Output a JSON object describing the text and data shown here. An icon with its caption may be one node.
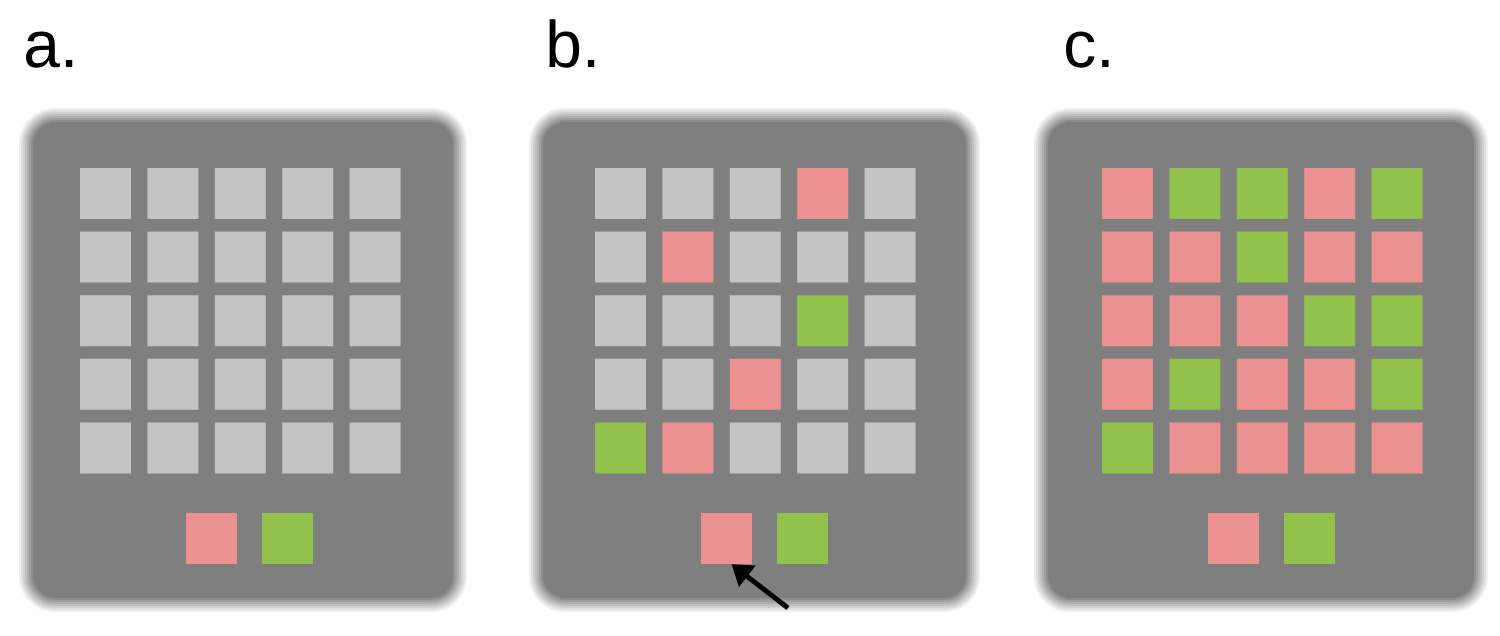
{
  "diagram": {
    "nodes": [
      {
        "text": [],
        "shape": "box"
      },
      {
        "text": [],
        "shape": "box",
        "in": 0
      },
      {
        "text": [],
        "shape": "box",
        "in": 0
      },
      {
        "text": [],
        "shape": "box",
        "in": 0
      },
      {
        "text": [],
        "shape": "box",
        "in": 0
      },
      {
        "text": [],
        "shape": "box",
        "in": 0
      },
      {
        "text": [],
        "shape": "box",
        "in": 0
      },
      {
        "text": [],
        "shape": "box",
        "in": 0
      },
      {
        "text": [],
        "shape": "box",
        "in": 0
      },
      {
        "text": [],
        "shape": "box",
        "in": 0
      },
      {
        "text": [],
        "shape": "box",
        "in": 0
      },
      {
        "text": [],
        "shape": "box",
        "in": 0
      },
      {
        "text": [],
        "shape": "box",
        "in": 0
      },
      {
        "text": [],
        "shape": "box",
        "in": 0
      },
      {
        "text": [],
        "shape": "box",
        "in": 0
      },
      {
        "text": [],
        "shape": "box",
        "in": 0
      },
      {
        "text": [],
        "shape": "box",
        "in": 0
      },
      {
        "text": [],
        "shape": "box",
        "in": 0
      },
      {
        "text": [],
        "shape": "box",
        "in": 0
      },
      {
        "text": [],
        "shape": "box",
        "in": 0
      },
      {
        "text": [],
        "shape": "box",
        "in": 0
      },
      {
        "text": [],
        "shape": "box",
        "in": 0
      },
      {
        "text": [],
        "shape": "box",
        "in": 0
      },
      {
        "text": [],
        "shape": "box",
        "in": 0
      },
      {
        "text": [],
        "shape": "box",
        "in": 0
      },
      {
        "text": [],
        "shape": "box",
        "in": 0
      },
      {
        "text": [],
        "shape": "box",
        "in": 0
      },
      {
        "text": [],
        "shape": "box",
        "in": 0
      },
      {
        "text": [],
        "shape": "box"
      },
      {
        "text": [],
        "shape": "box",
        "in": 28
      },
      {
        "text": [],
        "shape": "box",
        "in": 28
      },
      {
        "text": [],
        "shape": "box",
        "in": 28
      },
      {
        "text": [],
        "shape": "box",
        "in": 28
      },
      {
        "text": [],
        "shape": "box",
        "in": 28
      },
      {
        "text": [],
        "shape": "box",
        "in": 28
      },
      {
        "text": [],
        "shape": "box",
        "in": 28
      },
      {
        "text": [],
        "shape": "box",
        "in": 28
      },
      {
        "text": [],
        "shape": "box",
        "in": 28
      },
      {
        "text": [],
        "shape": "box",
        "in": 28
      },
      {
        "text": [],
        "shape": "box",
        "in": 28
      },
      {
        "text": [],
        "shape": "box",
        "in": 28
      },
      {
        "text": [],
        "shape": "box",
        "in": 28
      },
      {
        "text": [],
        "shape": "box",
        "in": 28
      },
      {
        "text": [],
        "shape": "box",
        "in": 28
      },
      {
        "text": [],
        "shape": "box",
        "in": 28
      },
      {
        "text": [],
        "shape": "box",
        "in": 28
      },
      {
        "text": [],
        "shape": "box",
        "in": 28
      },
      {
        "text": [],
        "shape": "box",
        "in": 28
      },
      {
        "text": [],
        "shape": "box",
        "in": 28
      },
      {
        "text": [],
        "shape": "box",
        "in": 28
      },
      {
        "text": [],
        "shape": "box",
        "in": 28
      },
      {
        "text": [],
        "shape": "box",
        "in": 28
      },
      {
        "text": [],
        "shape": "box",
        "in": 28
      },
      {
        "text": [],
        "shape": "box",
        "in": 28
      },
      {
        "text": [],
        "shape": "box",
        "in": 28
      },
      {
        "text": [],
        "shape": "box",
        "in": 28
      },
      {
        "text": [],
        "shape": "box"
      },
      {
        "text": [],
        "shape": "box",
        "in": 56
      },
      {
        "text": [],
        "shape": "box",
        "in": 56
      },
      {
        "text": [],
        "shape": "box",
        "in": 56
      },
      {
        "text": [],
        "shape": "box",
        "in": 56
      },
      {
        "text": [],
        "shape": "box",
        "in": 56
      },
      {
        "text": [],
        "shape": "box",
        "in": 56
      },
      {
        "text": [],
        "shape": "box",
        "in": 56
      },
      {
        "text": [],
        "shape": "box",
        "in": 56
      },
      {
        "text": [],
        "shape": "box",
        "in": 56
      },
      {
        "text": [],
        "shape": "box",
        "in": 56
      },
      {
        "text": [],
        "shape": "box",
        "in": 56
      },
      {
        "text": [],
        "shape": "box",
        "in": 56
      },
      {
        "text": [],
        "shape": "box",
        "in": 56
      },
      {
        "text": [],
        "shape": "box",
        "in": 56
      },
      {
        "text": [],
        "shape": "box",
        "in": 56
      },
      {
        "text": [],
        "shape": "box",
        "in": 56
      },
      {
        "text": [],
        "shape": "box",
        "in": 56
      },
      {
        "text": [],
        "shape": "box",
        "in": 56
      },
      {
        "text": [],
        "shape": "box",
        "in": 56
      },
      {
        "text": [],
        "shape": "box",
        "in": 56
      },
      {
        "text": [],
        "shape": "box",
        "in": 56
      },
      {
        "text": [],
        "shape": "box",
        "in": 56
      },
      {
        "text": [],
        "shape": "box",
        "in": 56
      },
      {
        "text": [],
        "shape": "box",
        "in": 56
      },
      {
        "text": [],
        "shape": "box",
        "in": 56
      },
      {
        "text": [],
        "shape": "box",
        "in": 56
      },
      {
        "text": [],
        "shape": "box",
        "in": 56
      }
    ],
    "edges": [
      {
        "from": null,
        "to": 54,
        "arrow": "to"
      }
    ],
    "labels": [
      "a.",
      "b.",
      "c."
    ]
  }
}
